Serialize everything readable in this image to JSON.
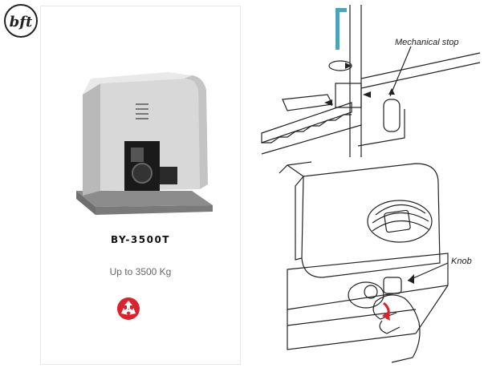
{
  "brand": {
    "logo_text": "bft",
    "logo_icon": "bft-logo-icon"
  },
  "product": {
    "model": "BY-3500T",
    "capacity": "Up to 3500 Kg",
    "badge_icon": "three-phase-icon",
    "badge_color": "#d9232e"
  },
  "diagram": {
    "labels": {
      "mechanical_stop": "Mechanical stop",
      "knob": "Knob"
    }
  },
  "colors": {
    "accent_red": "#d9232e",
    "allen_key": "#4fa3b8",
    "motor_grey": "#9a9a9a"
  }
}
